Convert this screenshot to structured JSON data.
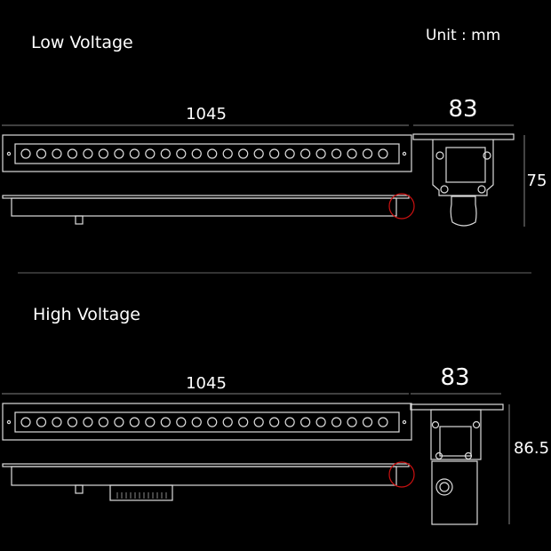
{
  "unit_label": "Unit : mm",
  "sections": [
    {
      "title": "Low Voltage",
      "length": "1045",
      "width": "83",
      "height": "75",
      "led_count": 24
    },
    {
      "title": "High Voltage",
      "length": "1045",
      "width": "83",
      "height": "86.5",
      "led_count": 24
    }
  ],
  "colors": {
    "background": "#000000",
    "line": "#dddddd",
    "highlight": "#cc1111"
  }
}
